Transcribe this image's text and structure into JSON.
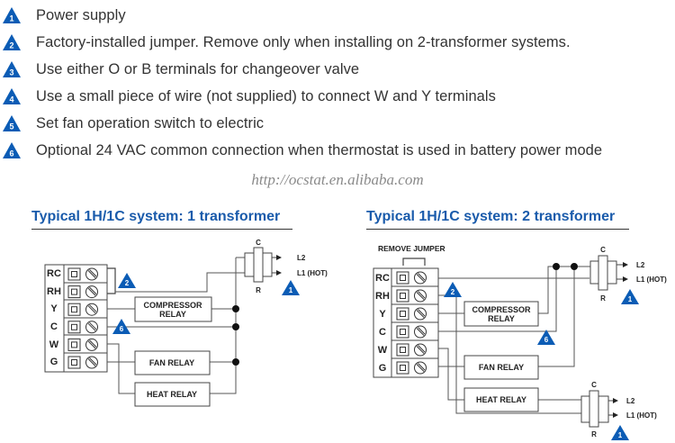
{
  "notes": [
    {
      "number": "1",
      "text": "Power supply"
    },
    {
      "number": "2",
      "text": "Factory-installed jumper. Remove only when installing on 2-transformer systems."
    },
    {
      "number": "3",
      "text": "Use either O or B terminals for changeover valve"
    },
    {
      "number": "4",
      "text": "Use a small piece of wire (not supplied) to connect W and Y terminals"
    },
    {
      "number": "5",
      "text": "Set fan operation switch to electric"
    },
    {
      "number": "6",
      "text": "Optional 24 VAC common connection when thermostat is used in battery power mode"
    }
  ],
  "watermark": "http://ocstat.en.alibaba.com",
  "colors": {
    "accent": "#1a5bab",
    "triangle": "#0b5cb5",
    "text": "#333333",
    "wire": "#555555"
  },
  "diagram1": {
    "title": "Typical 1H/1C system: 1 transformer",
    "terminals": [
      "RC",
      "RH",
      "Y",
      "C",
      "W",
      "G"
    ],
    "relays": {
      "compressor_line1": "COMPRESSOR",
      "compressor_line2": "RELAY",
      "fan": "FAN RELAY",
      "heat": "HEAT RELAY"
    },
    "transformer": {
      "top": "C",
      "bottom": "R",
      "out1": "L2",
      "out2": "L1 (HOT)"
    },
    "markers": {
      "jumper": "2",
      "common": "6",
      "power": "1"
    }
  },
  "diagram2": {
    "title": "Typical 1H/1C system: 2 transformer",
    "jumper_label": "REMOVE JUMPER",
    "terminals": [
      "RC",
      "RH",
      "Y",
      "C",
      "W",
      "G"
    ],
    "relays": {
      "compressor_line1": "COMPRESSOR",
      "compressor_line2": "RELAY",
      "fan": "FAN RELAY",
      "heat": "HEAT RELAY"
    },
    "transformer1": {
      "top": "C",
      "bottom": "R",
      "out1": "L2",
      "out2": "L1 (HOT)"
    },
    "transformer2": {
      "top": "C",
      "bottom": "R",
      "out1": "L2",
      "out2": "L1 (HOT)"
    },
    "markers": {
      "jumper": "2",
      "common": "6",
      "power1": "1",
      "power2": "1"
    }
  }
}
